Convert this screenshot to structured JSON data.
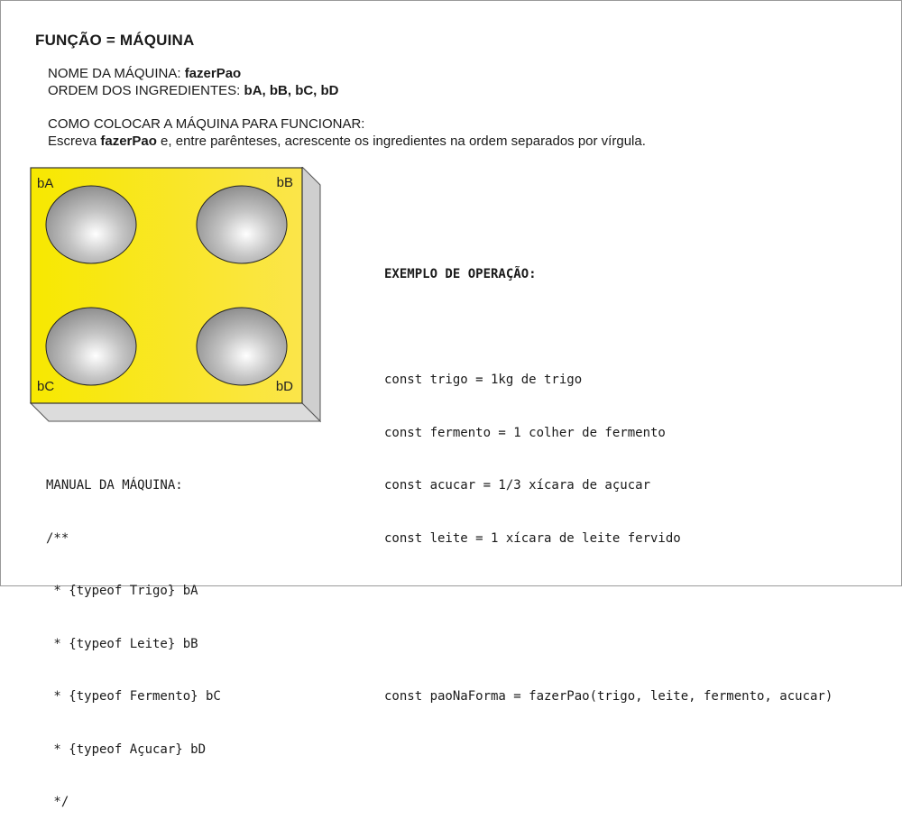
{
  "title": "FUNÇÃO = MÁQUINA",
  "info": {
    "name_label": "NOME DA MÁQUINA: ",
    "name_value": "fazerPao",
    "order_label": "ORDEM DOS INGREDIENTES: ",
    "order_value": "bA, bB, bC, bD"
  },
  "howto": {
    "heading": "COMO COLOCAR A MÁQUINA PARA FUNCIONAR:",
    "text_before": "Escreva ",
    "text_bold": "fazerPao",
    "text_after": " e, entre parênteses, acrescente os ingredientes na ordem separados por vírgula."
  },
  "machine": {
    "labels": {
      "a": "bA",
      "b": "bB",
      "c": "bC",
      "d": "bD"
    },
    "colors": {
      "face_left": "#f7e800",
      "face_right": "#fbe54a",
      "side": "#cfcfcf",
      "bottom": "#dcdcdc",
      "hole": "#8a8a8a"
    }
  },
  "example": {
    "heading": "EXEMPLO DE OPERAÇÃO:",
    "lines": [
      "const trigo = 1kg de trigo",
      "const fermento = 1 colher de fermento",
      "const acucar = 1/3 xícara de açucar",
      "const leite = 1 xícara de leite fervido"
    ],
    "call": "const paoNaForma = fazerPao(trigo, leite, fermento, acucar)"
  },
  "manual": {
    "heading": "MANUAL DA MÁQUINA:",
    "lines": [
      "/**",
      " * {typeof Trigo} bA",
      " * {typeof Leite} bB",
      " * {typeof Fermento} bC",
      " * {typeof Açucar} bD",
      " */"
    ]
  }
}
